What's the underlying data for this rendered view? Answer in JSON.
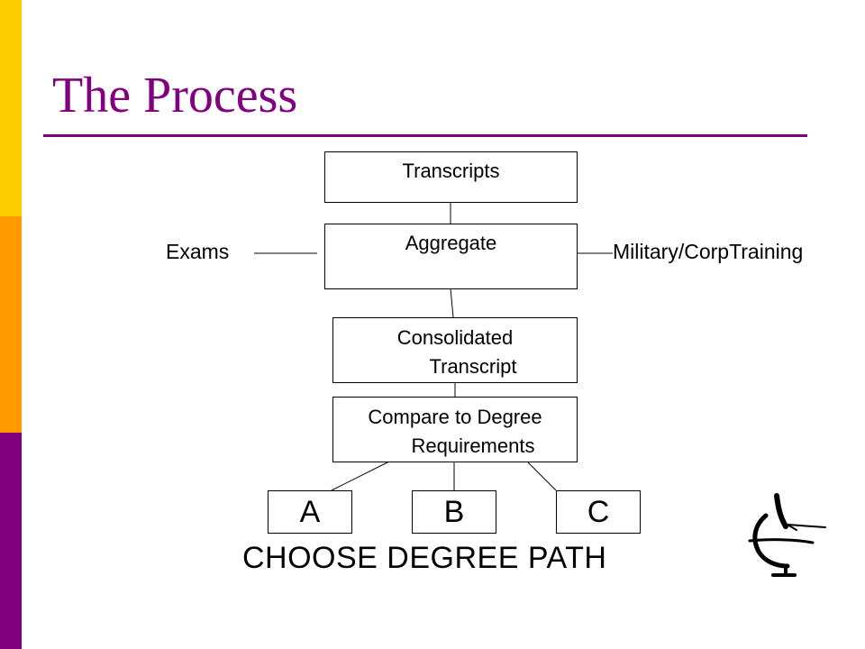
{
  "slide": {
    "title": "The Process",
    "accent_color": "#800080",
    "band_colors": [
      "#FFCC00",
      "#FF9900",
      "#800080"
    ]
  },
  "flow": {
    "transcripts": "Transcripts",
    "aggregate": "Aggregate",
    "consolidated_line1": "Consolidated",
    "consolidated_line2": "Transcript",
    "compare_line1": "Compare to Degree",
    "compare_line2": "Requirements",
    "left_input": "Exams",
    "right_input": "Military/CorpTraining"
  },
  "paths": {
    "a": "A",
    "b": "B",
    "c": "C",
    "caption": "CHOOSE DEGREE PATH"
  },
  "logo": {
    "icon": "globe-emblem-icon"
  }
}
